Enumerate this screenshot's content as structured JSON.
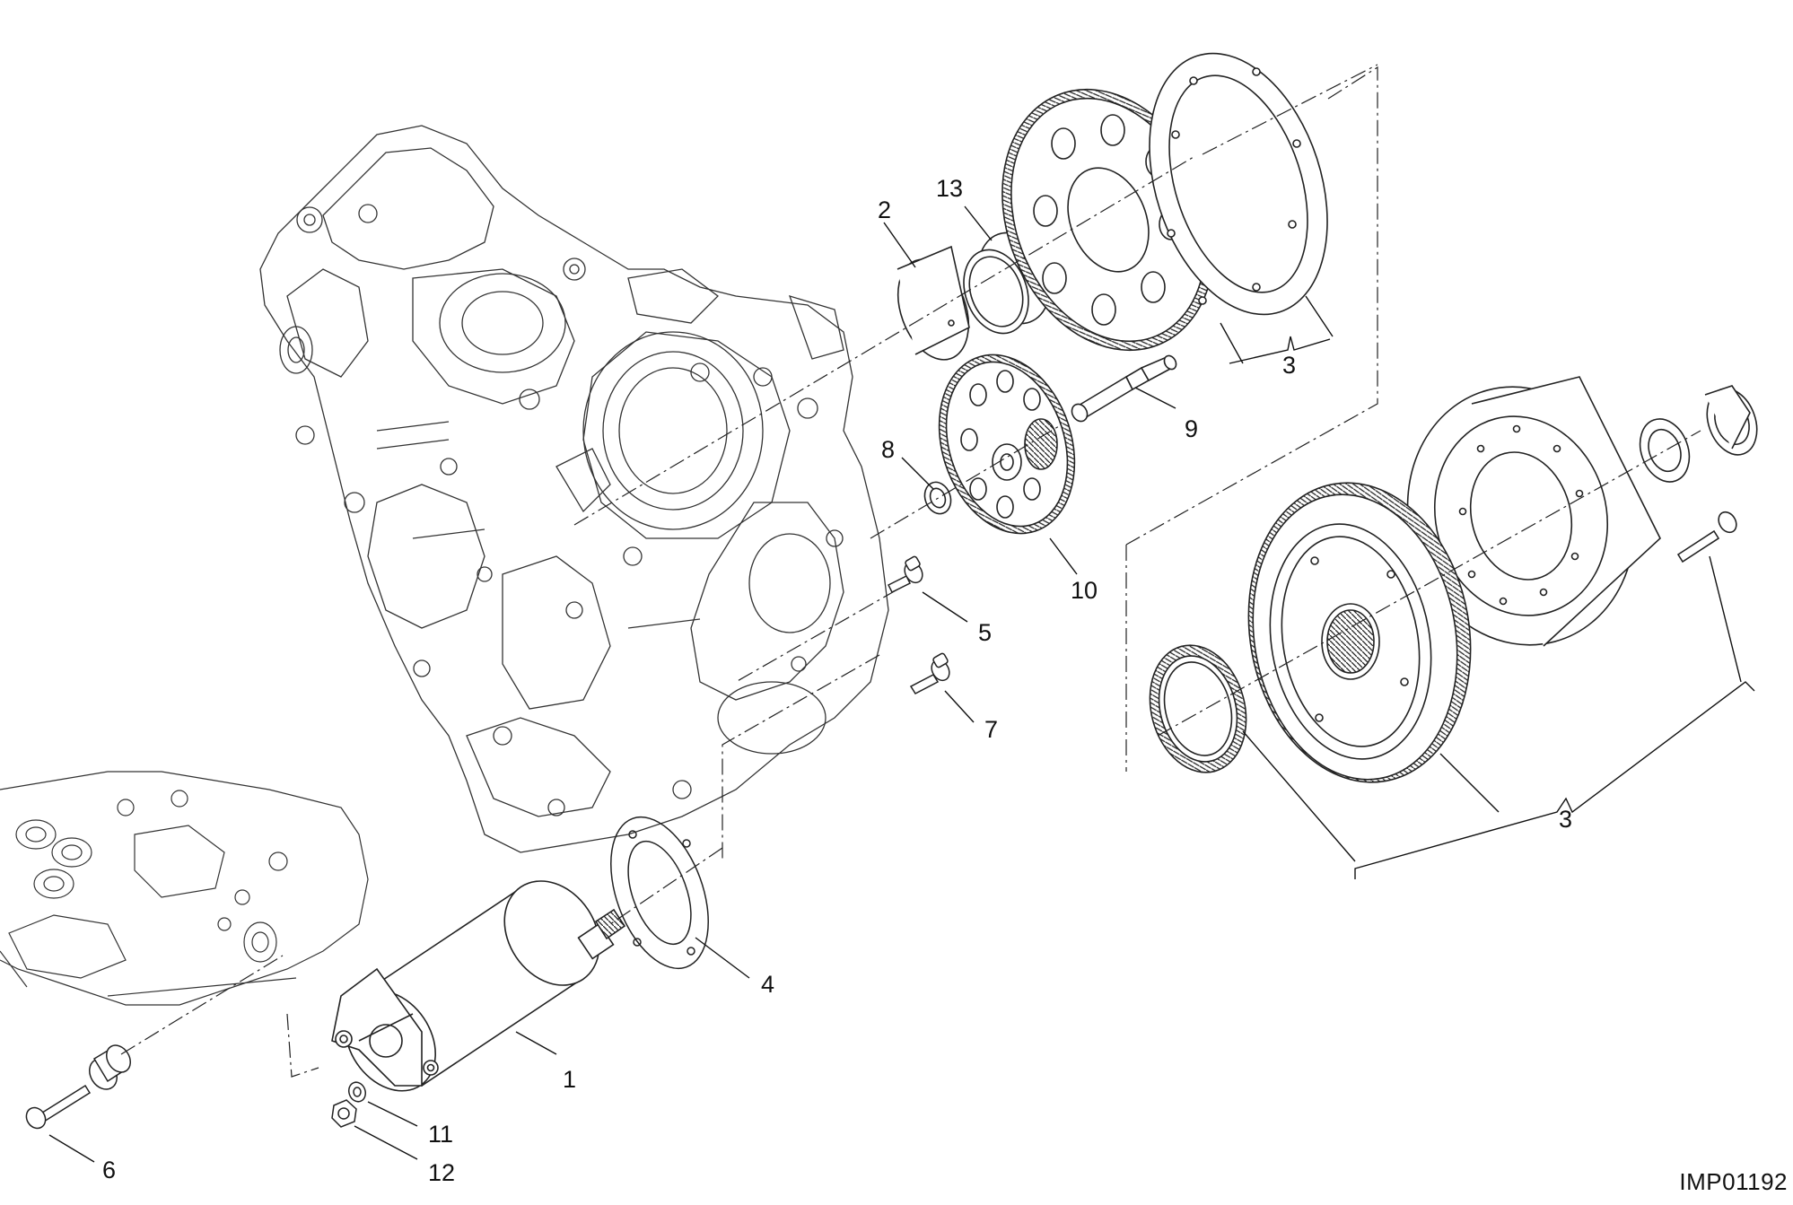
{
  "diagram": {
    "reference_code": "IMP01192",
    "callouts": {
      "starter_motor": "1",
      "bearing_2": "2",
      "starter_clutch_top": "3",
      "starter_clutch_right": "3",
      "gasket_4": "4",
      "screw_5": "5",
      "screw_6": "6",
      "screw_7": "7",
      "washer_8": "8",
      "shaft_9": "9",
      "idler_gear_10": "10",
      "washer_11": "11",
      "nut_12": "12",
      "bushing_13": "13"
    }
  }
}
